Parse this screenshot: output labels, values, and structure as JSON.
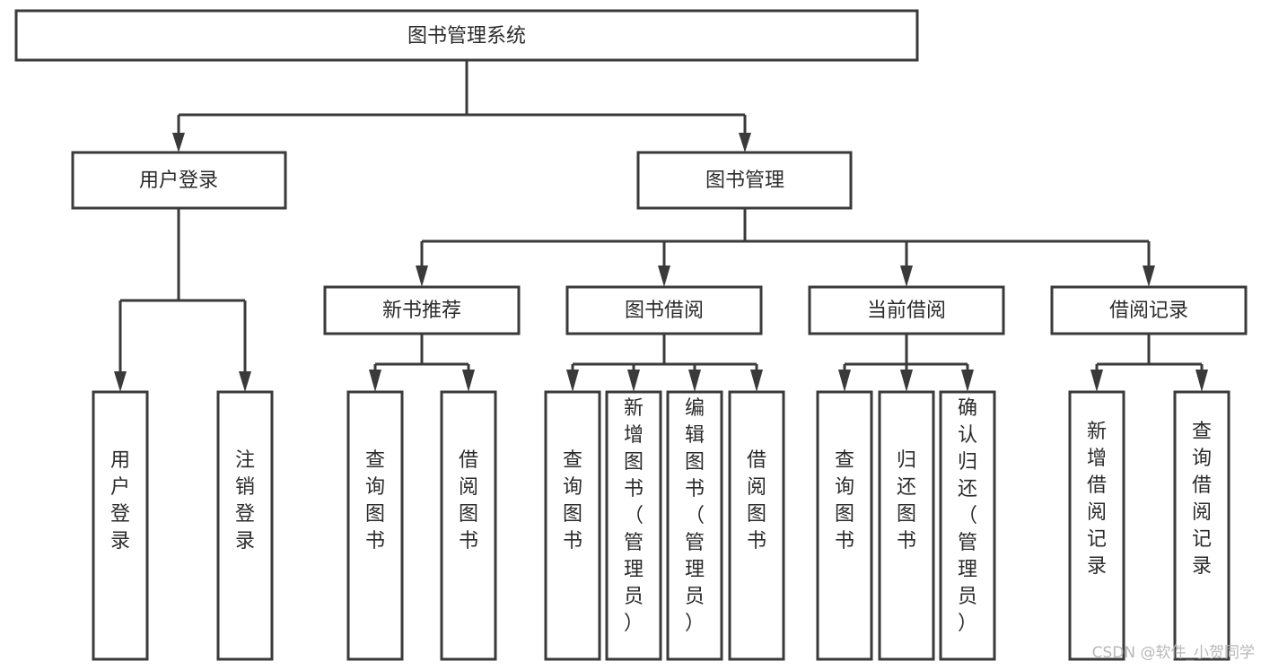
{
  "diagram": {
    "title": "图书管理系统",
    "type": "tree-hierarchy-chart",
    "stroke_color": "#3a3a3a",
    "text_color": "#2b2b2b",
    "background_color": "#ffffff",
    "levels": {
      "root": {
        "label": "图书管理系统"
      },
      "level2": [
        {
          "label": "用户登录"
        },
        {
          "label": "图书管理"
        }
      ],
      "level3": [
        {
          "label": "新书推荐"
        },
        {
          "label": "图书借阅"
        },
        {
          "label": "当前借阅"
        },
        {
          "label": "借阅记录"
        }
      ],
      "leaves": {
        "user_login": [
          {
            "label": "用户登录"
          },
          {
            "label": "注销登录"
          }
        ],
        "new_book_recommend": [
          {
            "label": "查询图书"
          },
          {
            "label": "借阅图书"
          }
        ],
        "book_borrow": [
          {
            "label": "查询图书"
          },
          {
            "label": "新增图书（管理员）"
          },
          {
            "label": "编辑图书（管理员）"
          },
          {
            "label": "借阅图书"
          }
        ],
        "current_borrow": [
          {
            "label": "查询图书"
          },
          {
            "label": "归还图书"
          },
          {
            "label": "确认归还（管理员）"
          }
        ],
        "borrow_record": [
          {
            "label": "新增借阅记录"
          },
          {
            "label": "查询借阅记录"
          }
        ]
      }
    }
  },
  "watermark": {
    "text": "CSDN @软件_小贺同学"
  }
}
